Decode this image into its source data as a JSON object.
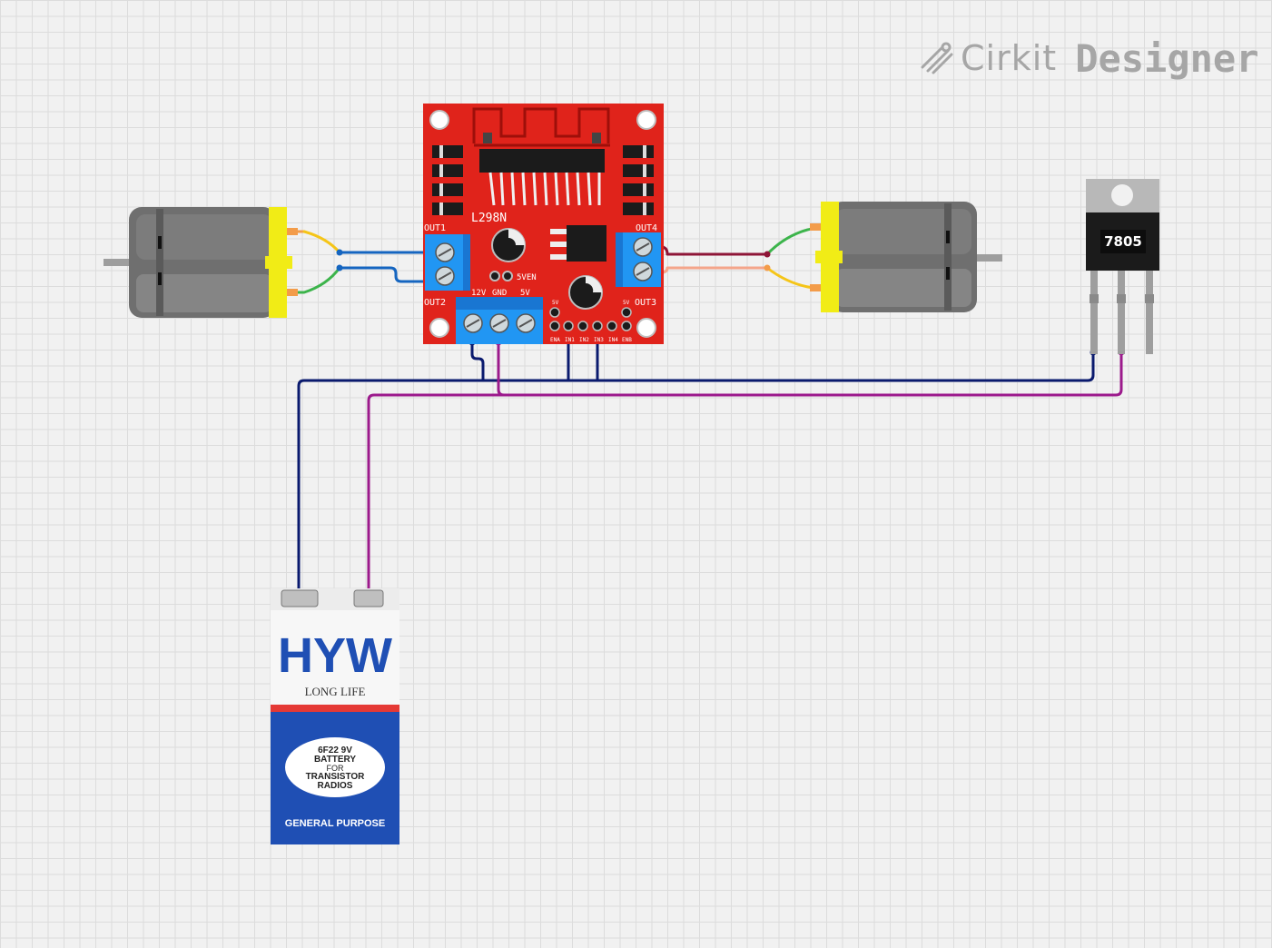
{
  "brand": {
    "name_light": "Cirkit",
    "name_bold": "Designer"
  },
  "driver": {
    "chip": "L298N",
    "out1": "OUT1",
    "out2": "OUT2",
    "out3": "OUT3",
    "out4": "OUT4",
    "en5v": "5VEN",
    "pwr_12v": "12V",
    "pwr_gnd": "GND",
    "pwr_5v": "5V",
    "sv_left": "5V",
    "sv_right": "5V",
    "pins": [
      "ENA",
      "IN1",
      "IN2",
      "IN3",
      "IN4",
      "ENB"
    ]
  },
  "regulator": {
    "label": "7805"
  },
  "battery": {
    "brand": "HYW",
    "tagline": "LONG LIFE",
    "oval_line1": "6F22 9V",
    "oval_line2": "BATTERY",
    "oval_line3": "FOR",
    "oval_line4": "TRANSISTOR",
    "oval_line5": "RADIOS",
    "footer": "GENERAL PURPOSE"
  },
  "colors": {
    "board_red": "#e0231b",
    "terminal_blue": "#2196f3",
    "wire_navy": "#0a1a6e",
    "wire_purple": "#9c1a8c",
    "wire_blue": "#1565c0",
    "wire_green": "#3cb44b",
    "wire_yellow": "#f5c518",
    "wire_orange": "#f39c4a",
    "wire_maroon": "#8e1537",
    "wire_salmon": "#f4a58a",
    "motor_grey": "#707070",
    "battery_blue": "#1f4fb4"
  }
}
